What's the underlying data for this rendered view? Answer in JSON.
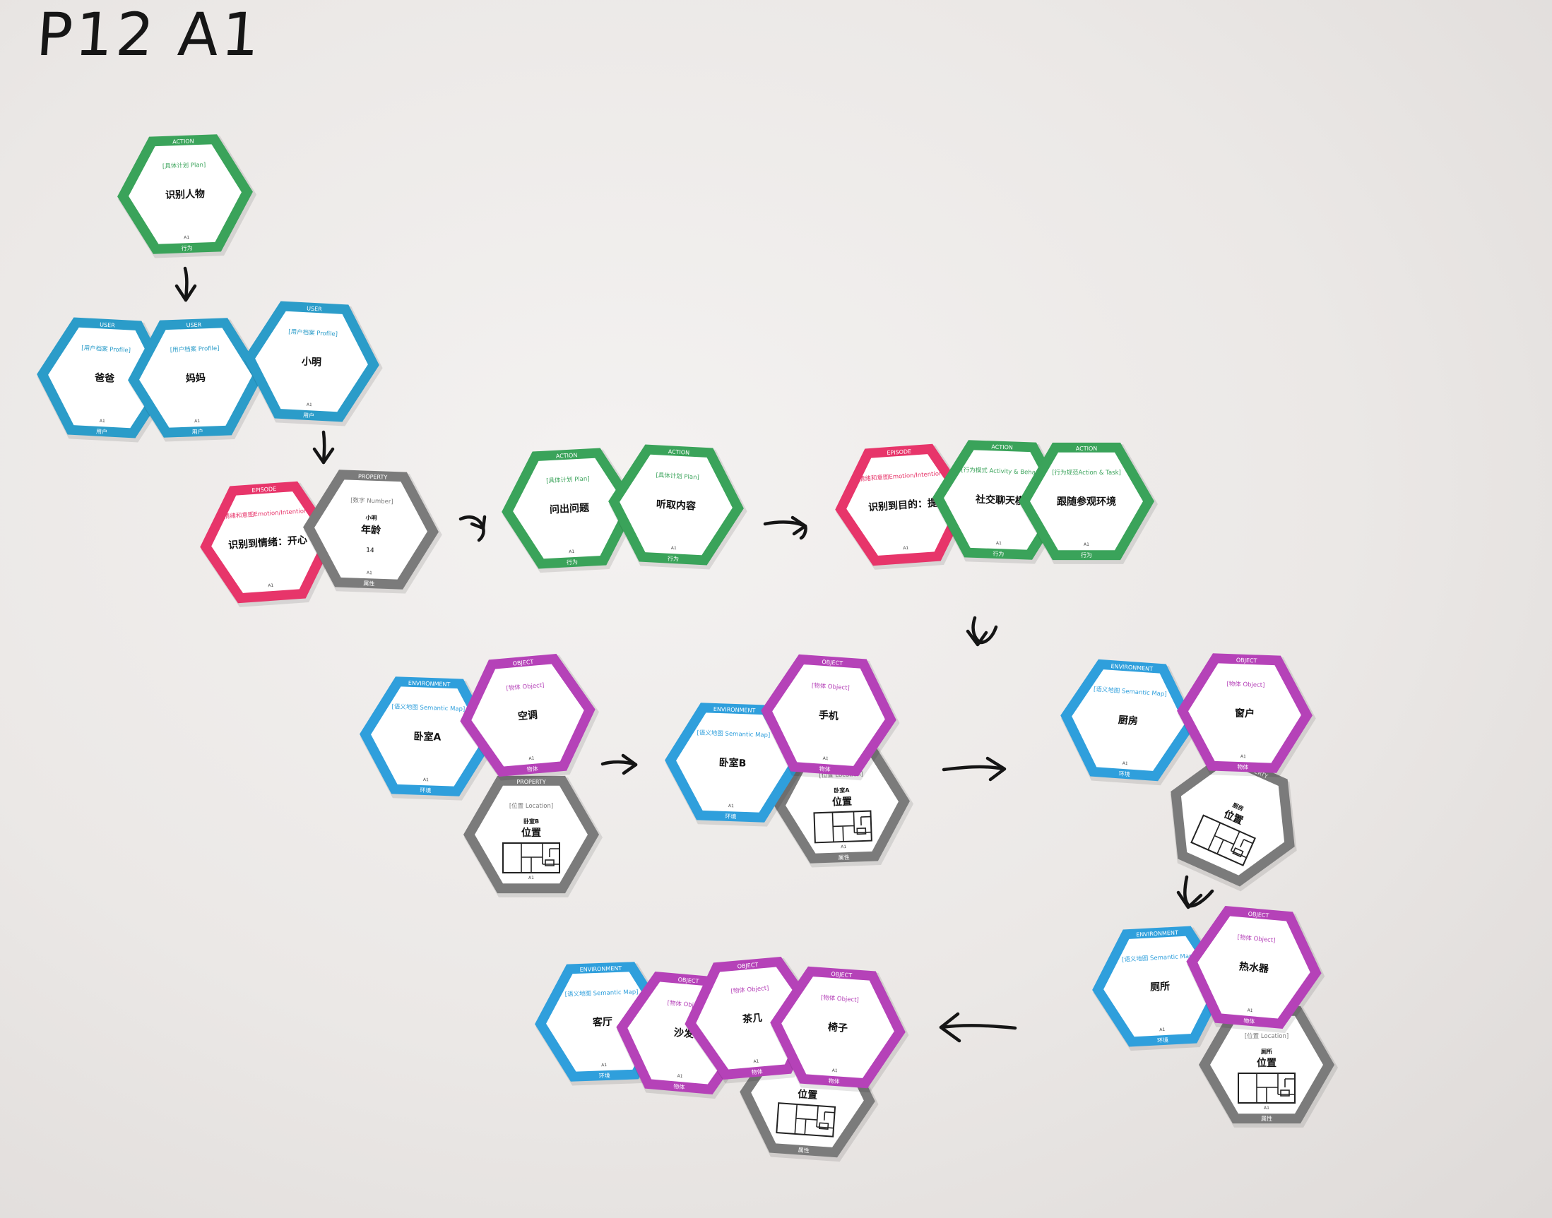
{
  "title": "P12 A1",
  "cards": [
    {
      "id": "action-recognize-person",
      "type": "ACTION",
      "tag": "[具体计划 Plan]",
      "label": "识别人物",
      "footer": "行为",
      "code": "A1",
      "color": "#3aa35a"
    },
    {
      "id": "user-dad",
      "type": "USER",
      "tag": "[用户档案 Profile]",
      "label": "爸爸",
      "footer": "用户",
      "code": "A1",
      "color": "#2b9cc9"
    },
    {
      "id": "user-mom",
      "type": "USER",
      "tag": "[用户档案 Profile]",
      "label": "妈妈",
      "footer": "用户",
      "code": "A1",
      "color": "#2b9cc9"
    },
    {
      "id": "user-xiaoming",
      "type": "USER",
      "tag": "[用户档案 Profile]",
      "label": "小明",
      "footer": "用户",
      "code": "A1",
      "color": "#2b9cc9"
    },
    {
      "id": "episode-emotion-happy",
      "type": "EPISODE",
      "tag": "[情绪和意图Emotion/Intention]",
      "label": "识别到情绪：开心",
      "footer": "",
      "code": "A1",
      "color": "#e7356a"
    },
    {
      "id": "property-age",
      "type": "PROPERTY",
      "tag": "[数字 Number]",
      "label": "年龄",
      "sublabel": "小明",
      "value": "14",
      "footer": "属性",
      "code": "A1",
      "color": "#7b7b7b"
    },
    {
      "id": "action-ask-question",
      "type": "ACTION",
      "tag": "[具体计划 Plan]",
      "label": "问出问题",
      "footer": "行为",
      "code": "A1",
      "color": "#3aa35a"
    },
    {
      "id": "action-listen",
      "type": "ACTION",
      "tag": "[具体计划 Plan]",
      "label": "听取内容",
      "footer": "行为",
      "code": "A1",
      "color": "#3aa35a"
    },
    {
      "id": "episode-recognize-purpose",
      "type": "EPISODE",
      "tag": "[情绪和意图Emotion/Intention]",
      "label": "识别到目的：提",
      "footer": "",
      "code": "A1",
      "color": "#e7356a"
    },
    {
      "id": "action-social-chat",
      "type": "ACTION",
      "tag": "[行为模式 Activity & Behav]",
      "label": "社交聊天模",
      "footer": "行为",
      "code": "A1",
      "color": "#3aa35a"
    },
    {
      "id": "action-follow-tour",
      "type": "ACTION",
      "tag": "[行为规范Action & Task]",
      "label": "跟随参观环境",
      "footer": "行为",
      "code": "A1",
      "color": "#3aa35a"
    },
    {
      "id": "env-bedroom-a",
      "type": "ENVIRONMENT",
      "tag": "[语义地图 Semantic Map]",
      "label": "卧室A",
      "footer": "环境",
      "code": "A1",
      "color": "#2f9fdc"
    },
    {
      "id": "object-aircon",
      "type": "OBJECT",
      "tag": "[物体 Object]",
      "label": "空调",
      "footer": "物体",
      "code": "A1",
      "color": "#b542b8"
    },
    {
      "id": "property-location-bedroom-b",
      "type": "PROPERTY",
      "tag": "[位置 Location]",
      "label": "位置",
      "sublabel": "卧室B",
      "footer": "",
      "code": "A1",
      "color": "#7b7b7b",
      "map": true
    },
    {
      "id": "env-bedroom-b",
      "type": "ENVIRONMENT",
      "tag": "[语义地图 Semantic Map]",
      "label": "卧室B",
      "footer": "环境",
      "code": "A1",
      "color": "#2f9fdc"
    },
    {
      "id": "object-phone",
      "type": "OBJECT",
      "tag": "[物体 Object]",
      "label": "手机",
      "footer": "物体",
      "code": "A1",
      "color": "#b542b8"
    },
    {
      "id": "property-location-bedroom-a",
      "type": "PROPERTY",
      "tag": "[位置 Location]",
      "label": "位置",
      "sublabel": "卧室A",
      "footer": "属性",
      "code": "A1",
      "color": "#7b7b7b",
      "map": true
    },
    {
      "id": "env-kitchen",
      "type": "ENVIRONMENT",
      "tag": "[语义地图 Semantic Map]",
      "label": "厨房",
      "footer": "环境",
      "code": "A1",
      "color": "#2f9fdc"
    },
    {
      "id": "object-window",
      "type": "OBJECT",
      "tag": "[物体 Object]",
      "label": "窗户",
      "footer": "物体",
      "code": "A1",
      "color": "#b542b8"
    },
    {
      "id": "property-location-kitchen",
      "type": "PROPERTY",
      "tag": "",
      "label": "位置",
      "sublabel": "厨房",
      "footer": "",
      "code": "",
      "color": "#7b7b7b",
      "map": true
    },
    {
      "id": "env-toilet",
      "type": "ENVIRONMENT",
      "tag": "[语义地图 Semantic Map]",
      "label": "厕所",
      "footer": "环境",
      "code": "A1",
      "color": "#2f9fdc"
    },
    {
      "id": "object-water-heater",
      "type": "OBJECT",
      "tag": "[物体 Object]",
      "label": "热水器",
      "footer": "物体",
      "code": "A1",
      "color": "#b542b8"
    },
    {
      "id": "property-location-toilet",
      "type": "PROPERTY",
      "tag": "[位置 Location]",
      "label": "位置",
      "sublabel": "厕所",
      "footer": "属性",
      "code": "A1",
      "color": "#7b7b7b",
      "map": true
    },
    {
      "id": "env-living-room",
      "type": "ENVIRONMENT",
      "tag": "[语义地图 Semantic Map]",
      "label": "客厅",
      "footer": "环境",
      "code": "A1",
      "color": "#2f9fdc"
    },
    {
      "id": "object-sofa",
      "type": "OBJECT",
      "tag": "[物体 Object]",
      "label": "沙发",
      "footer": "物体",
      "code": "A1",
      "color": "#b542b8"
    },
    {
      "id": "object-tea-table",
      "type": "OBJECT",
      "tag": "[物体 Object]",
      "label": "茶几",
      "footer": "物体",
      "code": "A1",
      "color": "#b542b8"
    },
    {
      "id": "object-chair",
      "type": "OBJECT",
      "tag": "[物体 Object]",
      "label": "椅子",
      "footer": "物体",
      "code": "A1",
      "color": "#b542b8"
    },
    {
      "id": "property-location-living-room",
      "type": "PROPERTY",
      "tag": "",
      "label": "位置",
      "footer": "属性",
      "code": "",
      "color": "#7b7b7b",
      "map": true
    }
  ]
}
